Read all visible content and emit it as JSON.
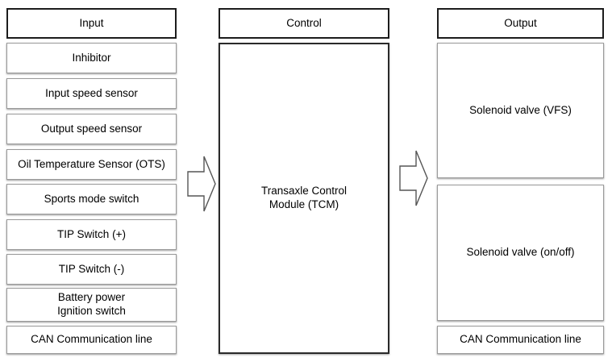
{
  "diagram": {
    "title": "Transaxle Control Module (TCM) Input / Control / Output block diagram",
    "background_color": "#ffffff",
    "line_color": "#1c1c1c",
    "cell_border_color": "#9a9a9a"
  },
  "columns": {
    "input": {
      "header": "Input",
      "items": [
        {
          "label": "Inhibitor"
        },
        {
          "label": "Input speed sensor"
        },
        {
          "label": "Output speed sensor"
        },
        {
          "label": "Oil Temperature Sensor (OTS)"
        },
        {
          "label": "Sports mode switch"
        },
        {
          "label": "TIP Switch (+)"
        },
        {
          "label": "TIP Switch (-)"
        },
        {
          "label": "Battery power\nIgnition switch"
        },
        {
          "label": "CAN Communication line"
        }
      ]
    },
    "control": {
      "header": "Control",
      "items": [
        {
          "label": "Transaxle Control\nModule (TCM)"
        }
      ]
    },
    "output": {
      "header": "Output",
      "items": [
        {
          "label": "Solenoid valve (VFS)"
        },
        {
          "label": "Solenoid valve (on/off)"
        },
        {
          "label": "CAN Communication line"
        }
      ]
    }
  },
  "connectors": [
    {
      "name": "input-to-control-arrow",
      "direction": "right"
    },
    {
      "name": "control-to-output-arrow",
      "direction": "right"
    }
  ]
}
